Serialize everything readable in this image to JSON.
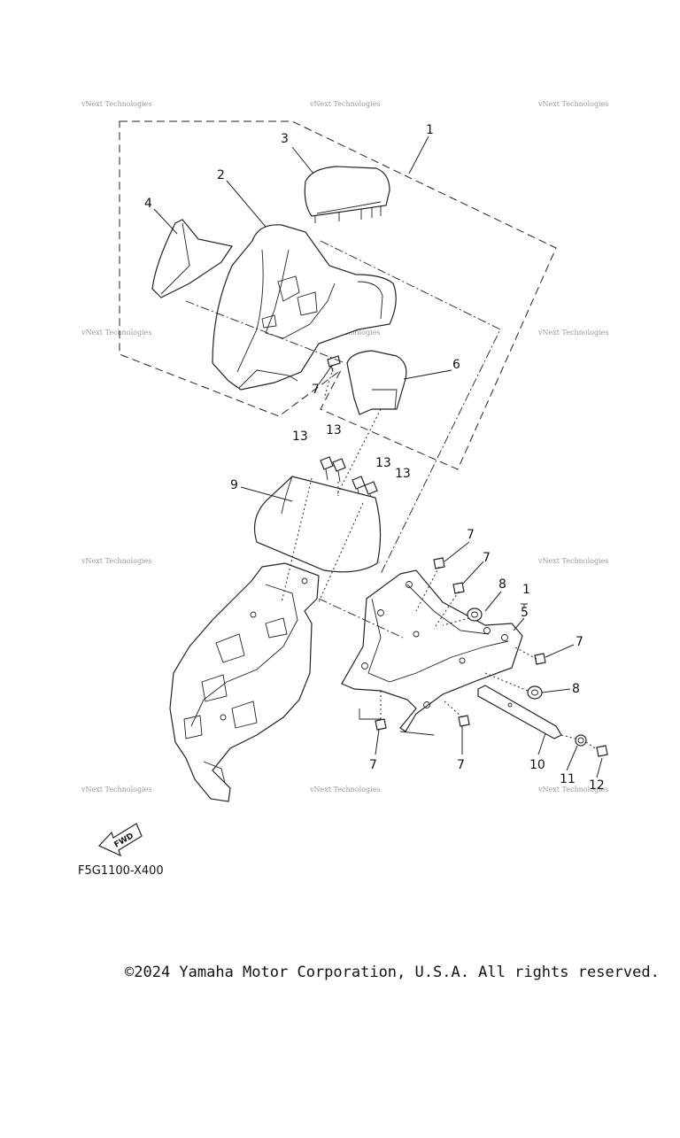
{
  "diagram": {
    "callouts": [
      "1",
      "2",
      "3",
      "4",
      "5",
      "6",
      "7",
      "8",
      "9",
      "10",
      "11",
      "12",
      "13"
    ],
    "fwd_label": "FWD",
    "watermark_text": "vNext Technologies",
    "drawing_code": "F5G1100-X400"
  },
  "footer": {
    "copyright": "©2024 Yamaha Motor Corporation, U.S.A. All rights reserved."
  }
}
